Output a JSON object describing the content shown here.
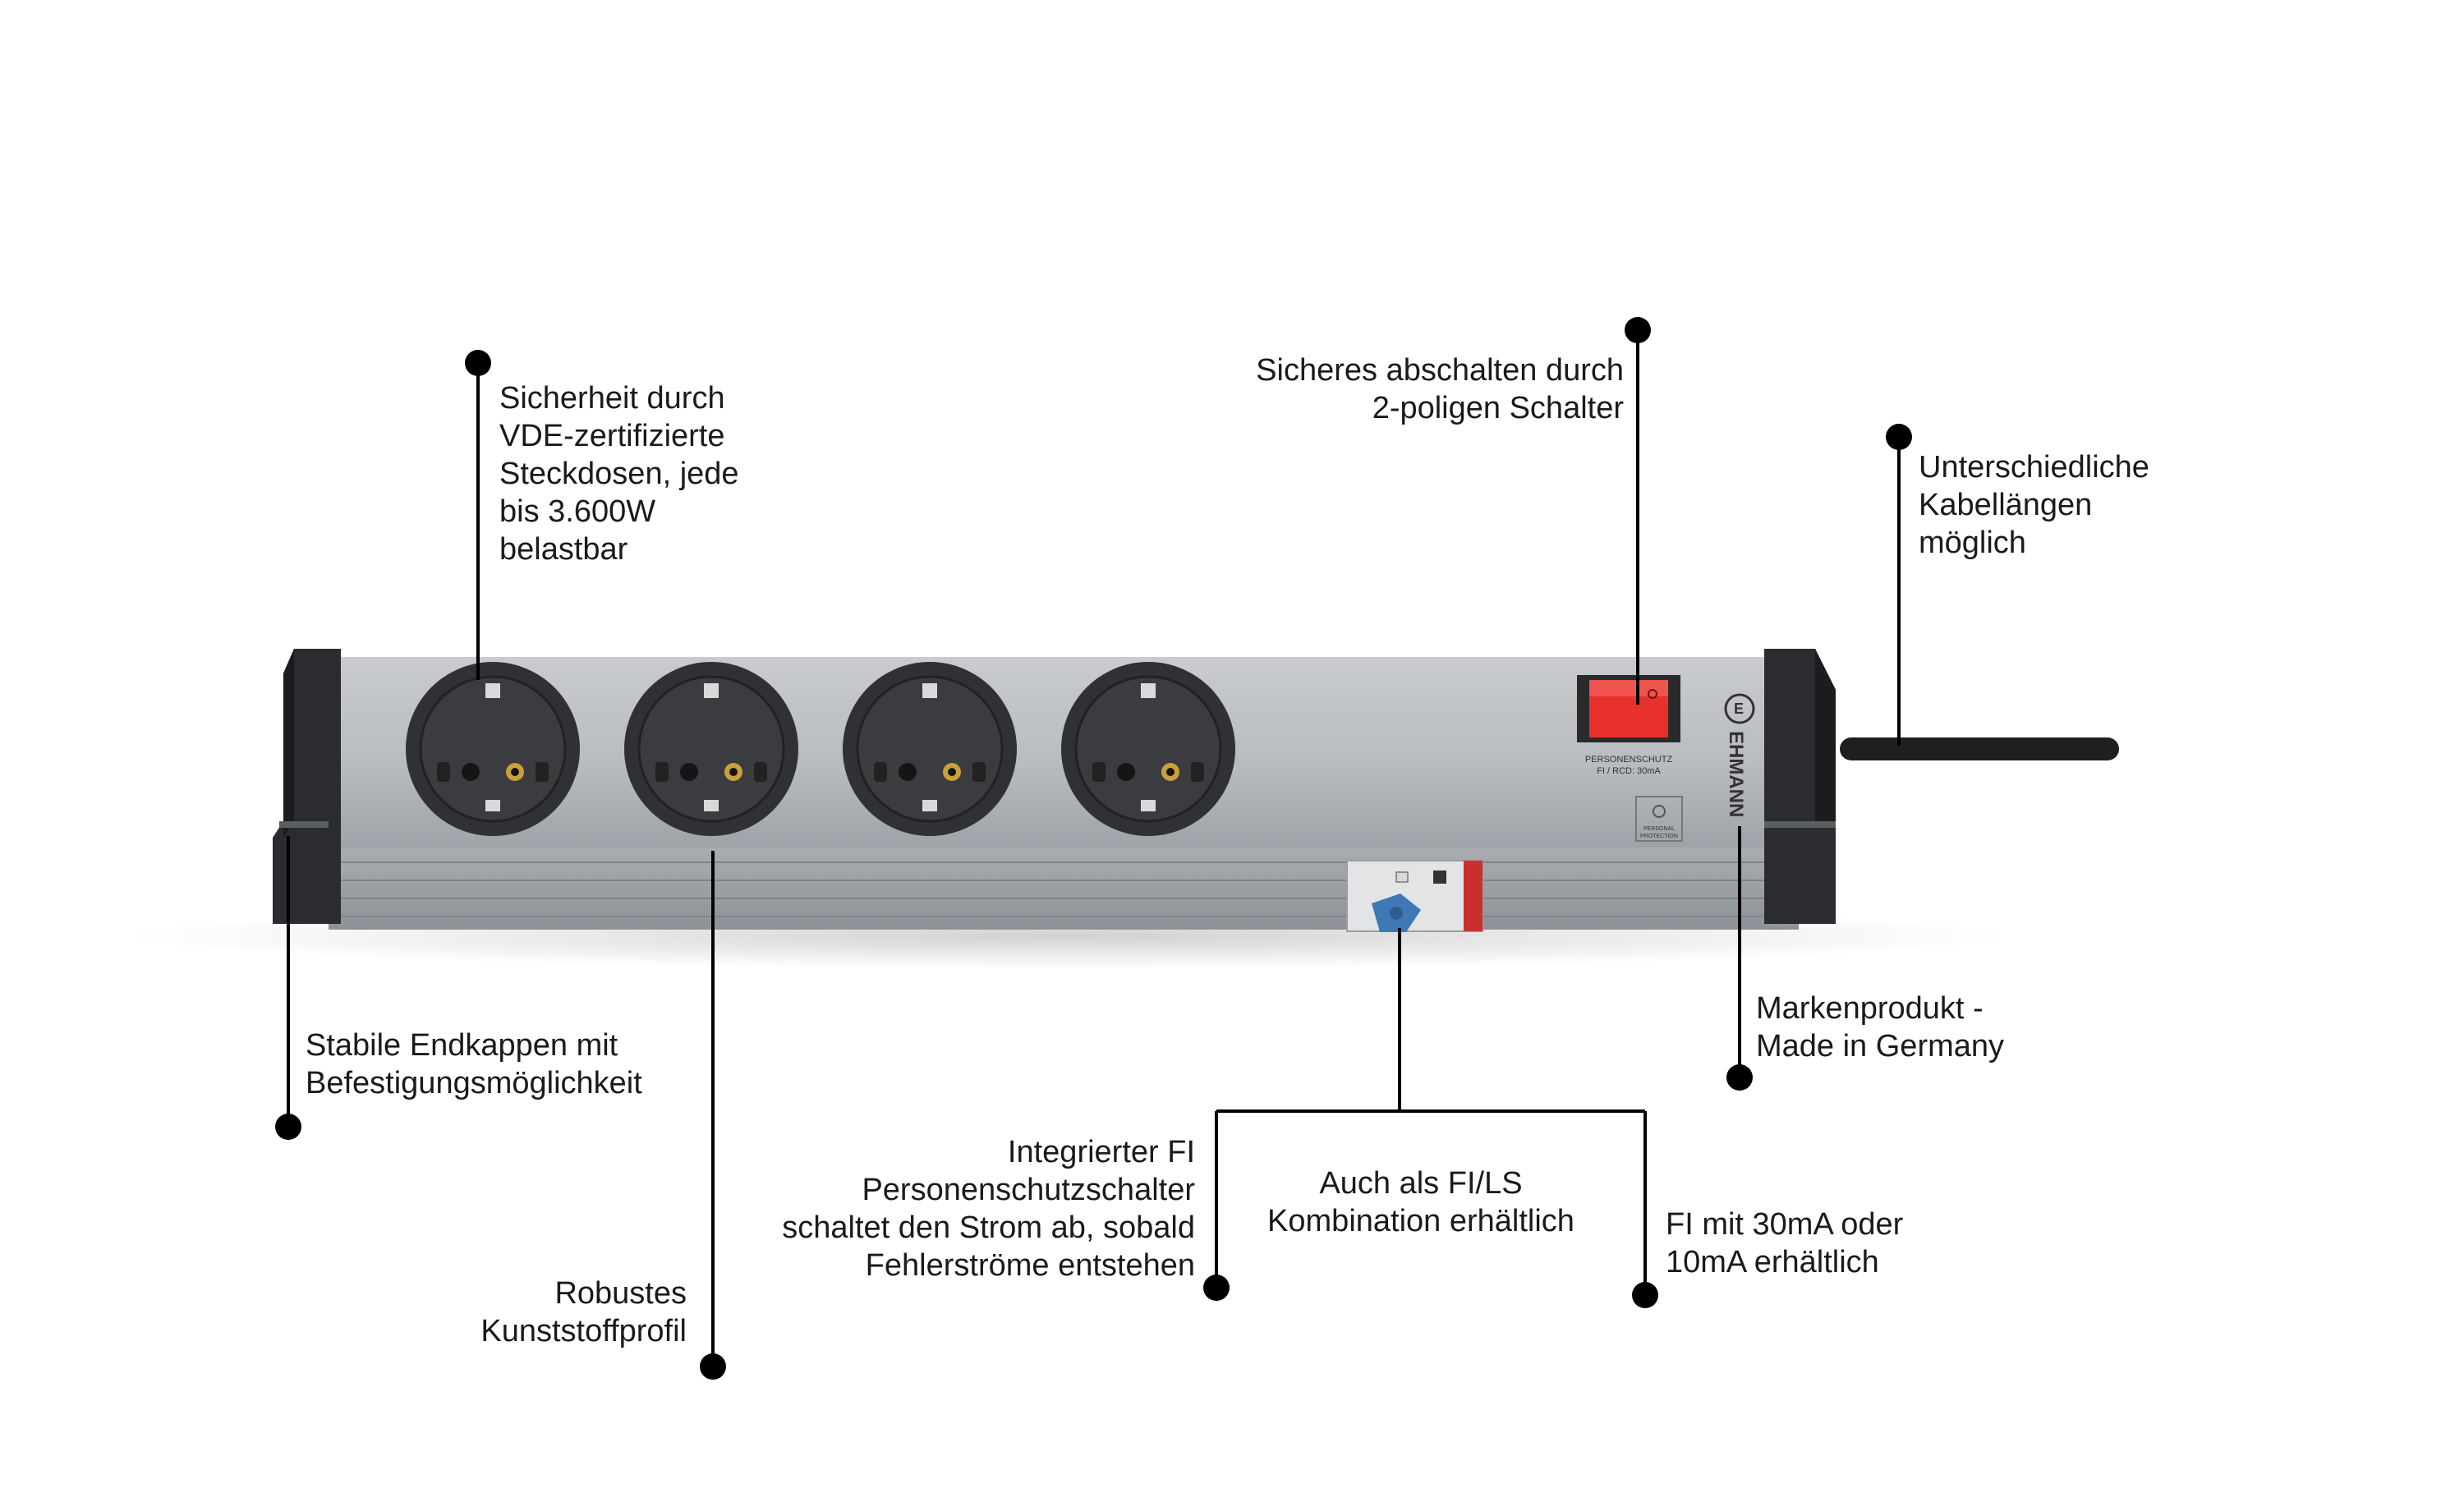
{
  "callouts": {
    "vde": "Sicherheit durch\nVDE-zertifizierte\nSteckdosen, jede\nbis 3.600W\nbelastbar",
    "switch": "Sicheres abschalten durch\n2-poligen Schalter",
    "cable": "Unterschiedliche\nKabellängen\nmöglich",
    "endcaps": "Stabile Endkappen mit\nBefestigungsmöglichkeit",
    "profile": "Robustes\nKunststoffprofil",
    "fi": "Integrierter FI\nPersonenschutzschalter\nschaltet den Strom ab, sobald\nFehlerströme entstehen",
    "fils": "Auch als FI/LS\nKombination erhältlich",
    "fi_ma": "FI mit 30mA oder\n10mA erhältlich",
    "brand": "Markenprodukt -\nMade in Germany"
  },
  "device": {
    "switch_label_line1": "PERSONENSCHUTZ",
    "switch_label_line2": "FI / RCD: 30mA",
    "brand_name": "EHMANN",
    "protection_label_line1": "PERSONAL",
    "protection_label_line2": "PROTECTION",
    "socket_count": 4
  },
  "colors": {
    "body": "#b9bcc0",
    "endcap": "#2a2c2f",
    "socket": "#2f3134",
    "switch": "#e8302c",
    "fi_test": "#3f78b5",
    "line": "#000000"
  }
}
